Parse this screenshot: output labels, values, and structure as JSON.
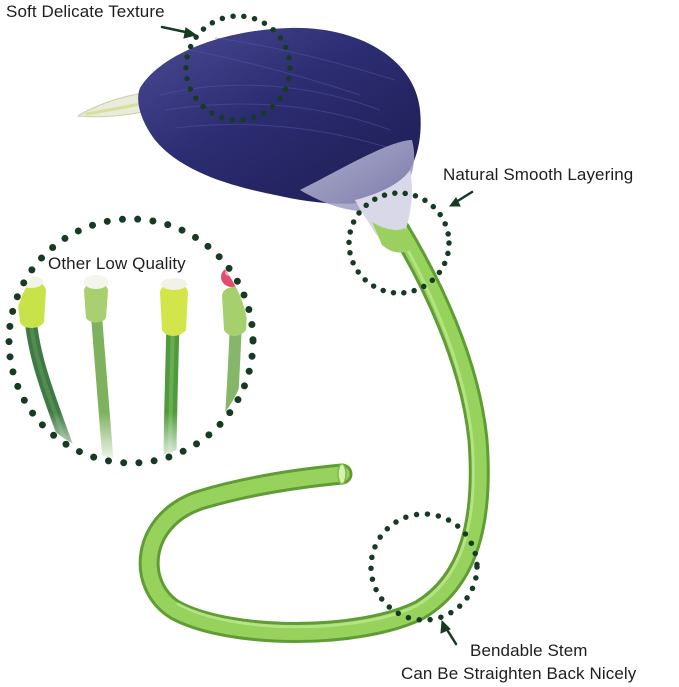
{
  "annotations": {
    "texture": "Soft Delicate Texture",
    "layering": "Natural Smooth Layering",
    "quality": "Other Low Quality",
    "stem_line1": "Bendable Stem",
    "stem_line2": "Can Be Straighten Back Nicely"
  },
  "colors": {
    "petal": "#2a2a6e",
    "petal_light": "#6e6eaa",
    "stem": "#8cc850",
    "stem_dark": "#5e9a34",
    "dots": "#173a25",
    "arrow": "#173a25",
    "text": "#1e1e1e"
  },
  "comparison_stems": [
    {
      "tip": "yellow-green",
      "stem": "dark-green"
    },
    {
      "tip": "white",
      "stem": "pale-green"
    },
    {
      "tip": "yellow-green",
      "stem": "green"
    },
    {
      "tip": "pink",
      "stem": "pale-green"
    }
  ]
}
